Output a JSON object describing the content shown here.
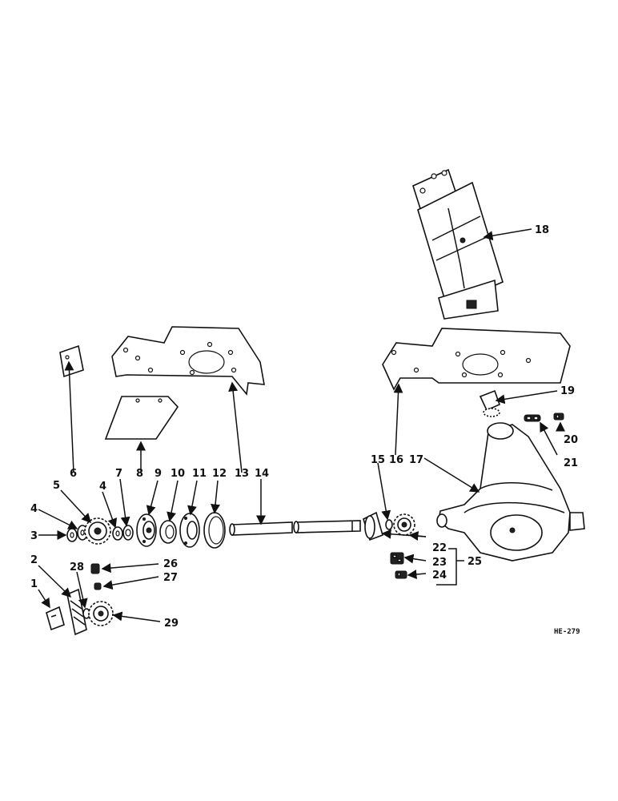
{
  "drawing_code": "HE-279",
  "callouts": {
    "c1": "1",
    "c2": "2",
    "c3": "3",
    "c4a": "4",
    "c4b": "4",
    "c5": "5",
    "c6": "6",
    "c7": "7",
    "c8": "8",
    "c9": "9",
    "c10": "10",
    "c11": "11",
    "c12": "12",
    "c13": "13",
    "c14": "14",
    "c15": "15",
    "c16": "16",
    "c17": "17",
    "c18": "18",
    "c19": "19",
    "c20": "20",
    "c21": "21",
    "c22": "22",
    "c23": "23",
    "c24": "24",
    "c25": "25",
    "c26": "26",
    "c27": "27",
    "c28": "28",
    "c29": "29"
  }
}
